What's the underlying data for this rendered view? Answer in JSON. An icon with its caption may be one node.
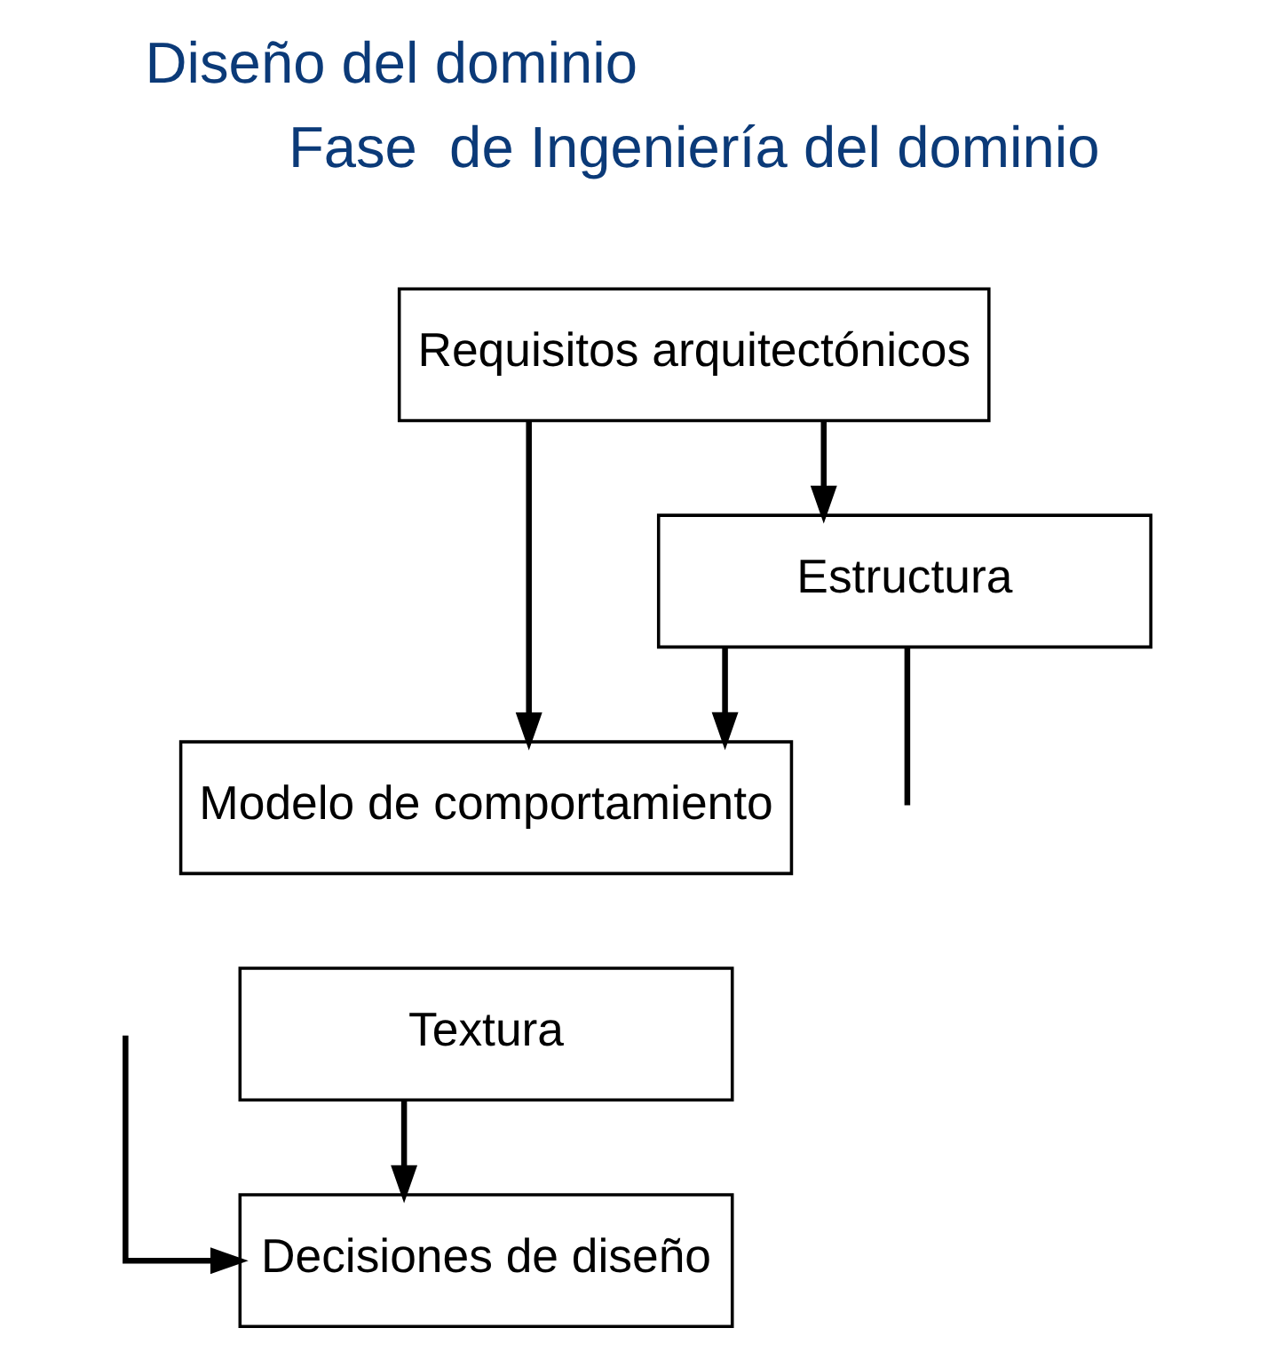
{
  "diagram": {
    "title": "Diseño del dominio",
    "nodes": [
      {
        "text": [
          "Requisitos arquitectónicos"
        ]
      },
      {
        "text": [
          "Estructura"
        ]
      },
      {
        "text": [
          "Modelo de comportamiento"
        ]
      },
      {
        "text": [
          "Textura"
        ]
      },
      {
        "text": [
          "Decisiones de diseño"
        ]
      }
    ],
    "edges": [
      {
        "from": 0,
        "to": 1,
        "arrow": "to"
      },
      {
        "from": 0,
        "to": 2,
        "arrow": "to"
      },
      {
        "from": 1,
        "to": 2,
        "arrow": "to"
      },
      {
        "from": 1,
        "to": null,
        "arrow": "none"
      },
      {
        "from": null,
        "to": 4,
        "arrow": "to"
      },
      {
        "from": 3,
        "to": 4,
        "arrow": "to"
      }
    ],
    "labels": [
      "Fase  de Ingeniería del dominio"
    ]
  }
}
